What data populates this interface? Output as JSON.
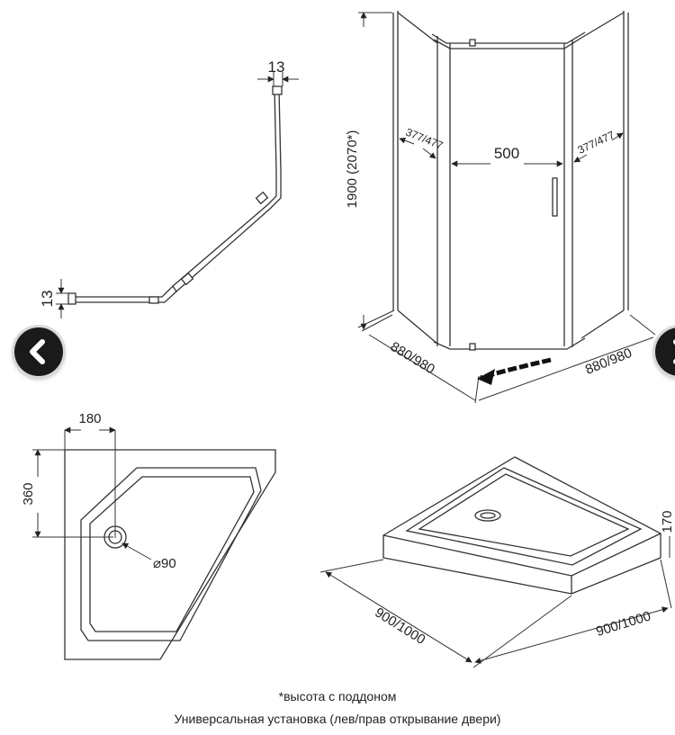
{
  "profile": {
    "top_dim": "13",
    "left_dim": "13"
  },
  "cabin": {
    "height_dim": "1900 (2070*)",
    "door_dim": "500",
    "left_panel_dim": "377/477",
    "right_panel_dim": "377/477",
    "left_side_dim": "880/980",
    "right_side_dim": "880/980"
  },
  "tray_plan": {
    "offset_dim": "180",
    "depth_dim": "360",
    "drain_dim": "⌀90"
  },
  "tray_iso": {
    "left_dim": "900/1000",
    "right_dim": "900/1000",
    "height_dim": "170"
  },
  "captions": {
    "note": "*высота с поддоном",
    "install": "Универсальная установка (лев/прав открывание двери)"
  },
  "nav": {
    "prev_icon": "chevron-left-icon",
    "next_icon": "chevron-right-icon"
  }
}
